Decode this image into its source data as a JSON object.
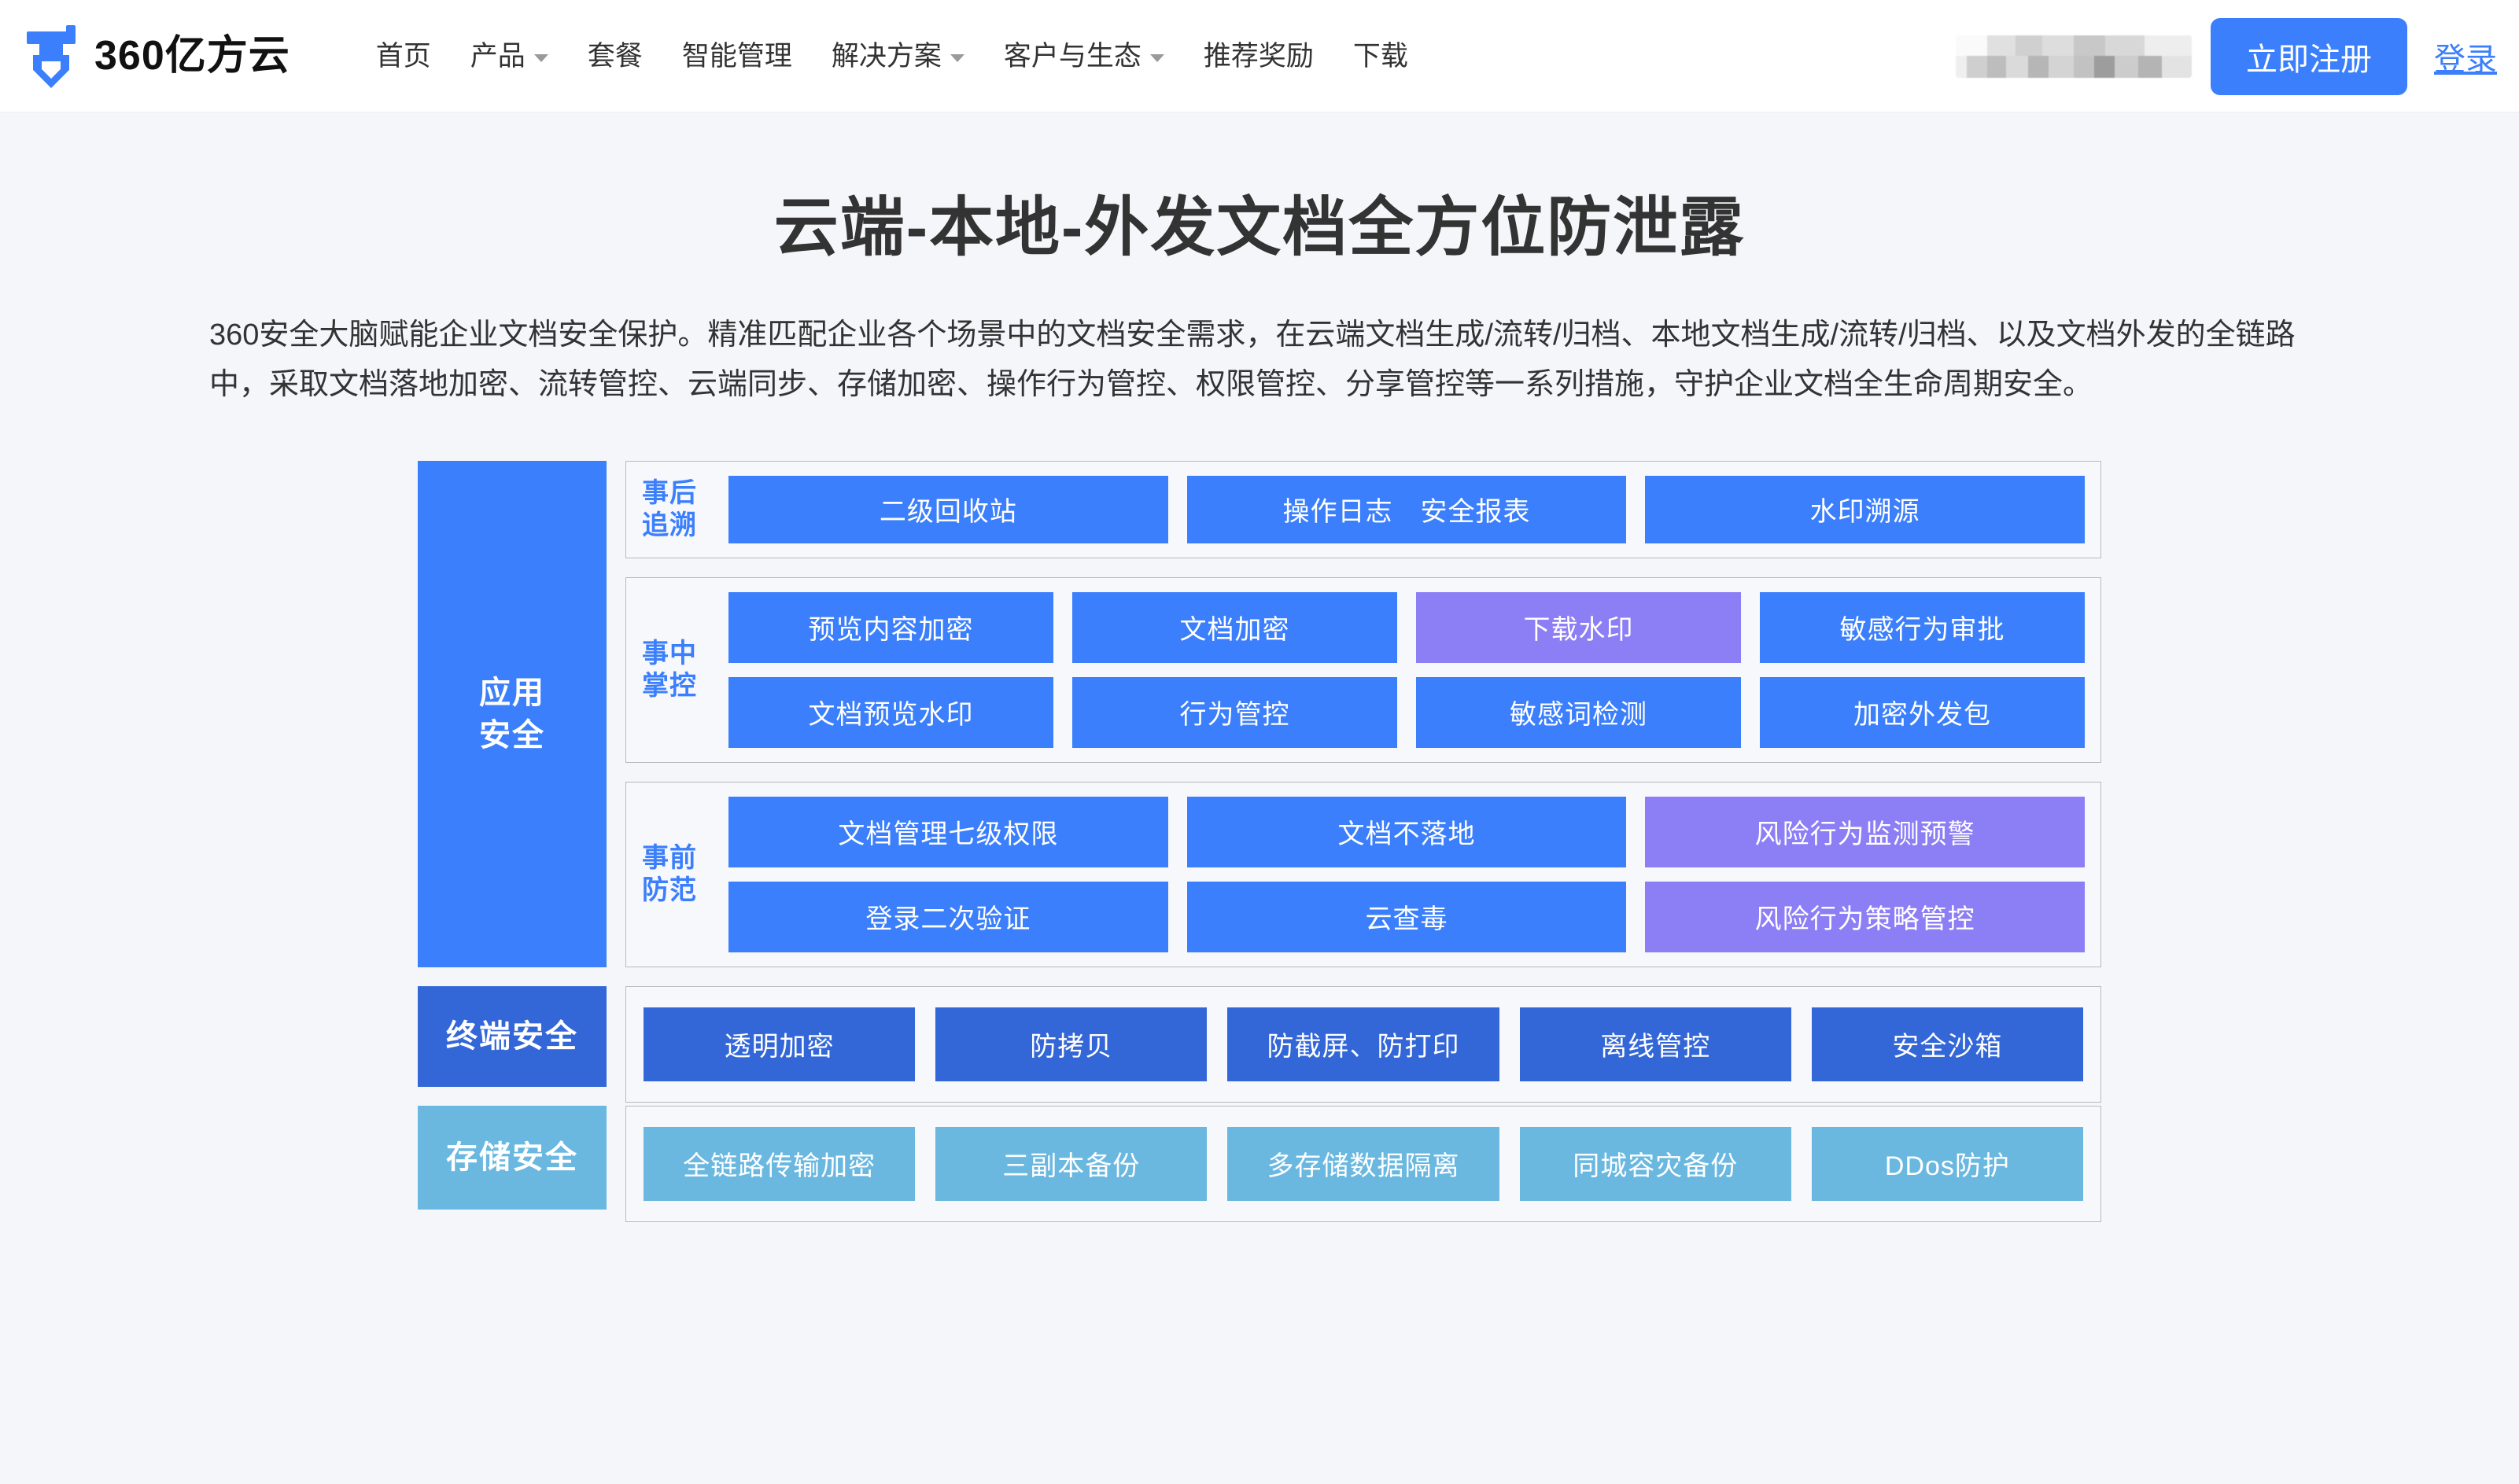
{
  "navbar": {
    "logo_text": "360亿方云",
    "logo_icon": "yifangyun-pen-logo-icon",
    "menu": [
      {
        "label": "首页",
        "has_caret": false
      },
      {
        "label": "产品",
        "has_caret": true
      },
      {
        "label": "套餐",
        "has_caret": false
      },
      {
        "label": "智能管理",
        "has_caret": false
      },
      {
        "label": "解决方案",
        "has_caret": true
      },
      {
        "label": "客户与生态",
        "has_caret": true
      },
      {
        "label": "推荐奖励",
        "has_caret": false
      },
      {
        "label": "下载",
        "has_caret": false
      }
    ],
    "account_field_masked": "",
    "register_label": "立即注册",
    "login_label": "登录"
  },
  "hero": {
    "title": "云端-本地-外发文档全方位防泄露",
    "description": "360安全大脑赋能企业文档安全保护。精准匹配企业各个场景中的文档安全需求，在云端文档生成/流转/归档、本地文档生成/流转/归档、以及文档外发的全链路中，采取文档落地加密、流转管控、云端同步、存储加密、操作行为管控、权限管控、分享管控等一系列措施，守护企业文档全生命周期安全。"
  },
  "colors": {
    "brand_blue": "#3b7ffc",
    "purple": "#8c7ef5",
    "dark_blue": "#3366d6",
    "light_blue": "#6ab8e0",
    "page_bg": "#f4f6fa",
    "group_border": "#b9b9b9"
  },
  "diagram": {
    "tiers": [
      {
        "label": "应用\n安全",
        "label_color_key": "brand_blue",
        "groups": [
          {
            "label": "事后\n追溯",
            "rows": [
              [
                {
                  "text": "二级回收站",
                  "style": "blue"
                },
                {
                  "text": "操作日志　安全报表",
                  "style": "blue"
                },
                {
                  "text": "水印溯源",
                  "style": "blue"
                }
              ]
            ]
          },
          {
            "label": "事中\n掌控",
            "rows": [
              [
                {
                  "text": "预览内容加密",
                  "style": "blue"
                },
                {
                  "text": "文档加密",
                  "style": "blue"
                },
                {
                  "text": "下载水印",
                  "style": "purple"
                },
                {
                  "text": "敏感行为审批",
                  "style": "blue"
                }
              ],
              [
                {
                  "text": "文档预览水印",
                  "style": "blue"
                },
                {
                  "text": "行为管控",
                  "style": "blue"
                },
                {
                  "text": "敏感词检测",
                  "style": "blue"
                },
                {
                  "text": "加密外发包",
                  "style": "blue"
                }
              ]
            ]
          },
          {
            "label": "事前\n防范",
            "rows": [
              [
                {
                  "text": "文档管理七级权限",
                  "style": "blue"
                },
                {
                  "text": "文档不落地",
                  "style": "blue"
                },
                {
                  "text": "风险行为监测预警",
                  "style": "purple"
                }
              ],
              [
                {
                  "text": "登录二次验证",
                  "style": "blue"
                },
                {
                  "text": "云查毒",
                  "style": "blue"
                },
                {
                  "text": "风险行为策略管控",
                  "style": "purple"
                }
              ]
            ]
          }
        ]
      },
      {
        "label": "终端安全",
        "label_color_key": "dark_blue",
        "flat_tiles": [
          {
            "text": "透明加密",
            "style": "darkblue"
          },
          {
            "text": "防拷贝",
            "style": "darkblue"
          },
          {
            "text": "防截屏、防打印",
            "style": "darkblue"
          },
          {
            "text": "离线管控",
            "style": "darkblue"
          },
          {
            "text": "安全沙箱",
            "style": "darkblue"
          }
        ]
      },
      {
        "label": "存储安全",
        "label_color_key": "light_blue",
        "flat_tiles": [
          {
            "text": "全链路传输加密",
            "style": "lightblue"
          },
          {
            "text": "三副本备份",
            "style": "lightblue"
          },
          {
            "text": "多存储数据隔离",
            "style": "lightblue"
          },
          {
            "text": "同城容灾备份",
            "style": "lightblue"
          },
          {
            "text": "DDos防护",
            "style": "lightblue"
          }
        ]
      }
    ]
  }
}
